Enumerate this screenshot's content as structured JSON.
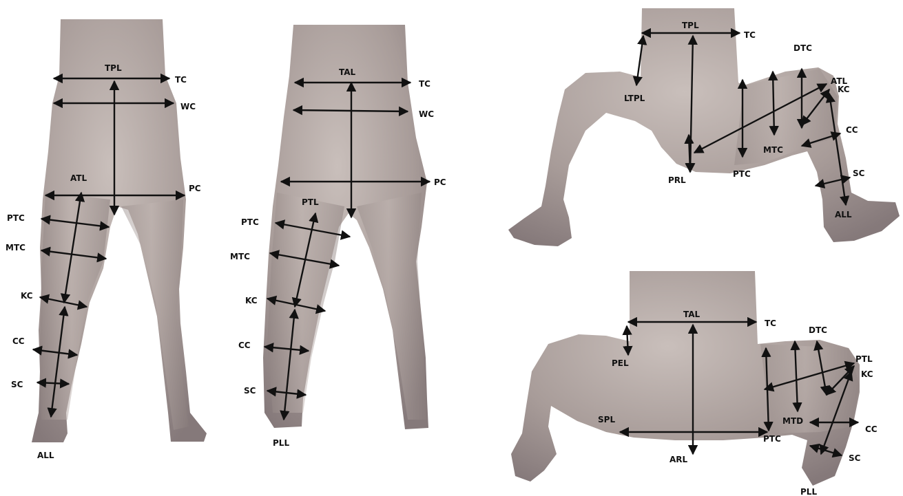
{
  "colors": {
    "body": "#a99d9a",
    "body_dark": "#8e8280",
    "body_light": "#c7bdb9",
    "line": "#111111",
    "background": "#ffffff"
  },
  "panels": {
    "front": {
      "labels": {
        "tpl": "TPL",
        "tc": "TC",
        "wc": "WC",
        "atl": "ATL",
        "pc": "PC",
        "ptc": "PTC",
        "mtc": "MTC",
        "kc": "KC",
        "cc": "CC",
        "sc": "SC",
        "all": "ALL"
      }
    },
    "back": {
      "labels": {
        "tal": "TAL",
        "tc": "TC",
        "wc": "WC",
        "pc": "PC",
        "ptl": "PTL",
        "ptc": "PTC",
        "mtc": "MTC",
        "kc": "KC",
        "cc": "CC",
        "sc": "SC",
        "pll": "PLL"
      }
    },
    "top_right": {
      "labels": {
        "tpl": "TPL",
        "tc": "TC",
        "dtc": "DTC",
        "atl": "ATL",
        "kc": "KC",
        "ltpl": "LTPL",
        "cc": "CC",
        "mtc": "MTC",
        "sc": "SC",
        "prl": "PRL",
        "ptc": "PTC",
        "all": "ALL"
      }
    },
    "bottom_right": {
      "labels": {
        "tal": "TAL",
        "tc": "TC",
        "dtc": "DTC",
        "ptl": "PTL",
        "kc": "KC",
        "pel": "PEL",
        "mtd": "MTD",
        "cc": "CC",
        "spl": "SPL",
        "ptc": "PTC",
        "sc": "SC",
        "arl": "ARL",
        "pll": "PLL"
      }
    }
  }
}
